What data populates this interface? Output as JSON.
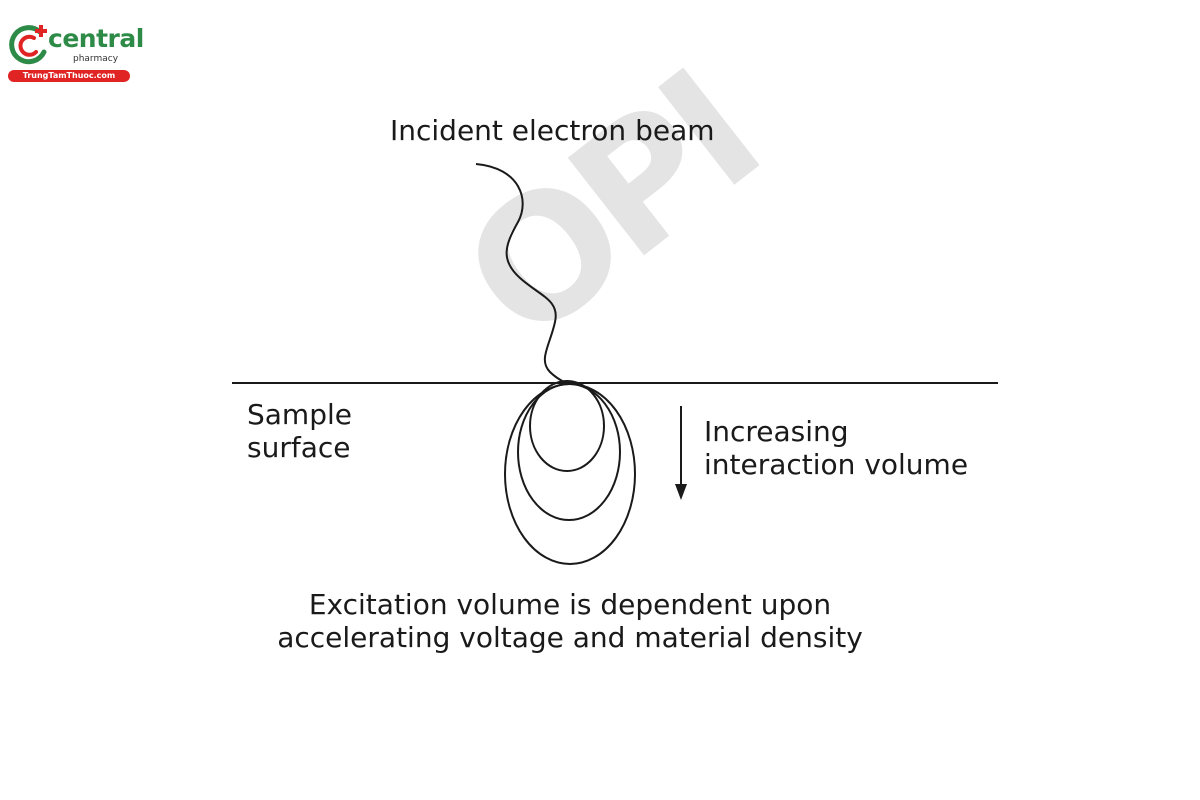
{
  "brand": {
    "name": "central",
    "tagline": "pharmacy",
    "site": "TrungTamThuoc.com",
    "icon": "pharmacy-cross-logo-icon",
    "colors": {
      "green": "#2e8b47",
      "red": "#e02424"
    }
  },
  "watermark": {
    "text": "OPI"
  },
  "diagram": {
    "title": "Incident electron beam",
    "surface_label": {
      "line1": "Sample",
      "line2": "surface"
    },
    "arrow_label": {
      "line1": "Increasing",
      "line2": "interaction volume"
    },
    "caption": {
      "line1": "Excitation volume is dependent upon",
      "line2": "accelerating voltage and material density"
    },
    "interaction_volumes": 3
  }
}
